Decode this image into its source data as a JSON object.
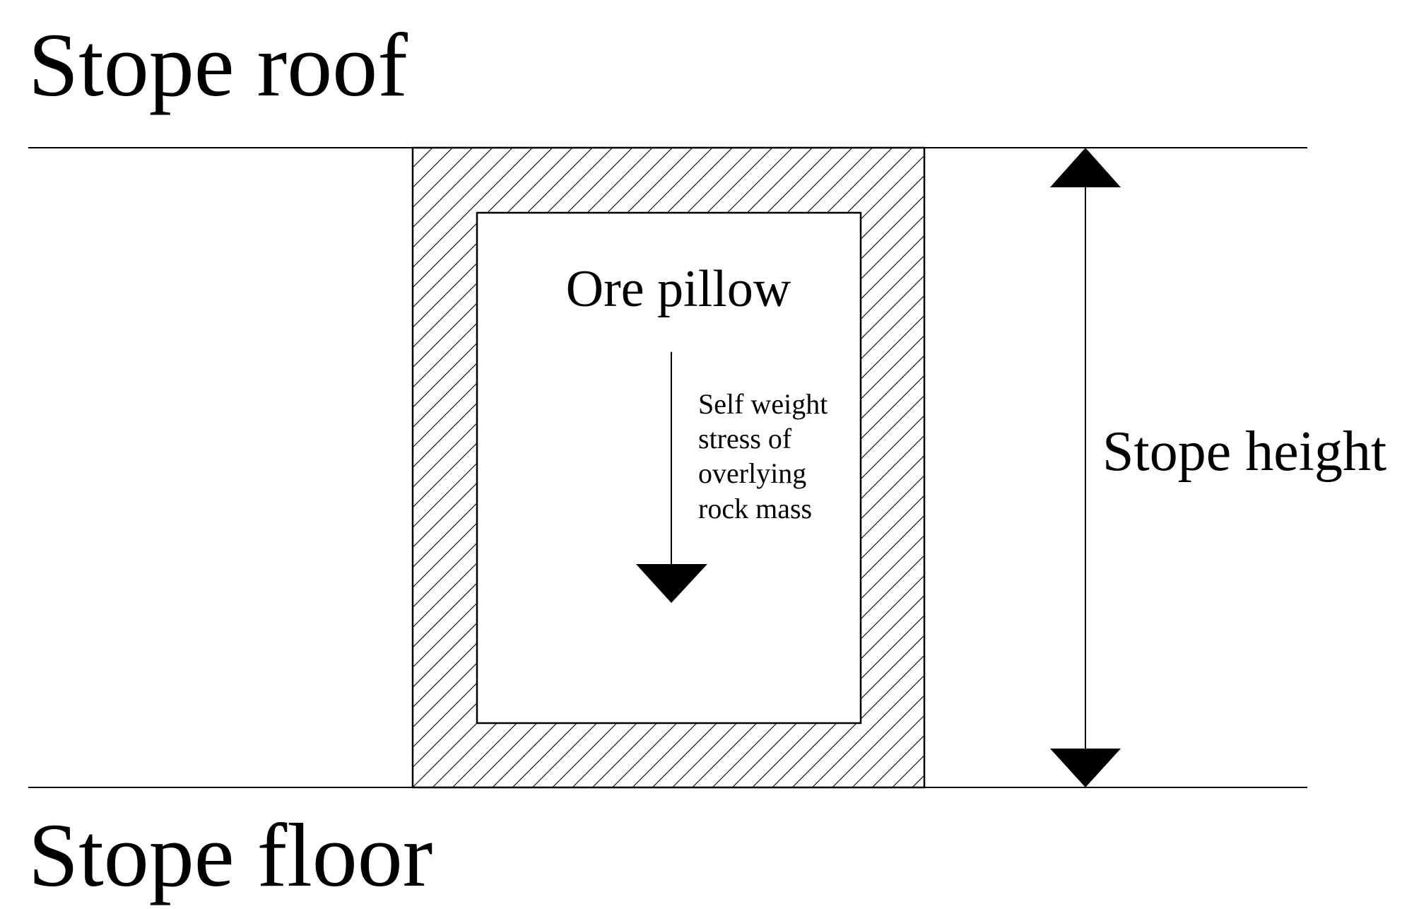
{
  "labels": {
    "stope_roof": "Stope roof",
    "stope_floor": "Stope floor",
    "ore_pillow": "Ore pillow",
    "stope_height": "Stope height",
    "self_weight_lines": [
      "Self weight",
      "stress of",
      "overlying",
      "rock mass"
    ]
  },
  "colors": {
    "ink": "#000000",
    "background": "#ffffff"
  }
}
